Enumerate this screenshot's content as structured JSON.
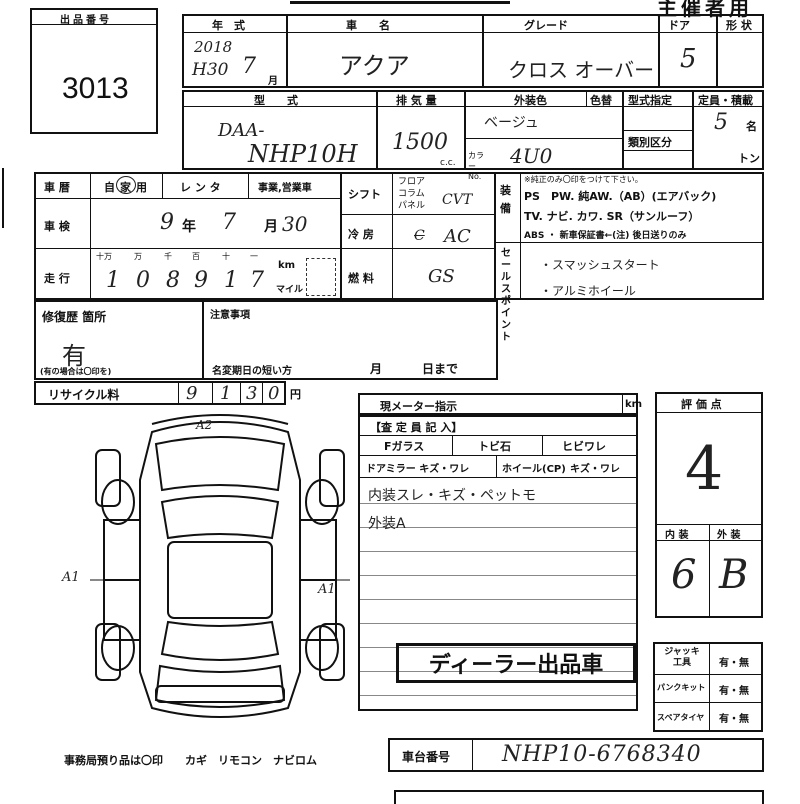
{
  "header": {
    "lot_label": "出品番号",
    "lot_number": "3013",
    "title_partial": "主催者用"
  },
  "row1": {
    "year_label": "年　式",
    "year_value_top": "2018",
    "year_value_era": "H30",
    "year_month": "7",
    "month_unit": "月",
    "name_label": "車　　名",
    "name_value": "アクア",
    "grade_label": "グレード",
    "grade_value": "クロス オーバー",
    "doors_label": "ドア",
    "doors_value": "5",
    "shape_label": "形 状"
  },
  "row2": {
    "model_label": "型　　式",
    "model_value_1": "DAA-",
    "model_value_2": "NHP10H",
    "displacement_label": "排 気 量",
    "displacement_value": "1500",
    "displacement_unit": "c.c.",
    "exterior_color_label": "外装色",
    "exterior_color_value": "ベージュ",
    "color_change_label": "色替",
    "color_no_label": "カラー No.",
    "color_no_value": "4U0",
    "type_designation_label": "型式指定",
    "class_label": "類別区分",
    "capacity_label": "定員・積載",
    "capacity_value": "5",
    "capacity_unit": "名",
    "ton_unit": "トン"
  },
  "row3": {
    "history_label": "車 暦",
    "history_options": [
      "自",
      "家",
      "用"
    ],
    "rental_label": "レ ン タ",
    "business_label": "事業,営業車",
    "shift_label": "シフト",
    "shift_options": [
      "フロア",
      "コラム",
      "パネル"
    ],
    "shift_value": "CVT",
    "equip_label": "装 備",
    "equip_note": "※純正のみ〇印をつけて下さい。",
    "equip_line1": "PS　PW. 純AW.（AB）(エアバック)",
    "equip_line2": "TV. ナビ. カワ. SR（サンルーフ）",
    "equip_line3": "ABS ・ 新車保証書←(注) 後日送りのみ",
    "inspection_label": "車 検",
    "inspection_year": "9",
    "inspection_year_unit": "年",
    "inspection_month": "7",
    "inspection_month_unit": "月",
    "inspection_day": "30",
    "ac_label": "冷 房",
    "ac_value": "AC",
    "ac_struck": "C",
    "mileage_label": "走 行",
    "mileage_units": [
      "十万",
      "万",
      "千",
      "百",
      "十",
      "一"
    ],
    "mileage_digits": [
      "1",
      "0",
      "8",
      "9",
      "1",
      "7"
    ],
    "km_label": "km",
    "mile_label": "マイル",
    "fuel_label": "燃 料",
    "fuel_value": "GS",
    "sales_point_label": "セールスポイント",
    "sales_point_1": "・スマッシュスタート",
    "sales_point_2": "・アルミホイール"
  },
  "row4": {
    "repair_label": "修復歴 箇所",
    "repair_value": "有",
    "repair_note": "(有の場合は〇印を)",
    "notes_label": "注意事項",
    "name_change_label": "名変期日の短い方",
    "name_change_month": "月",
    "name_change_day": "日まで",
    "recycle_label": "リサイクル料",
    "recycle_digits": [
      "9",
      "1",
      "3",
      "0"
    ],
    "recycle_unit": "円"
  },
  "inspection": {
    "meter_label": "現メーター指示",
    "meter_unit": "km",
    "report_label": "【査 定 員 記 入】",
    "windshield_label": "Fガラス",
    "chip_label": "トビ石",
    "crack_label": "ヒビワレ",
    "door_mirror_label": "ドアミラー キズ・ワレ",
    "wheel_label": "ホイール(CP)",
    "wheel_value": "キズ・ワレ",
    "note1": "内装スレ・キズ・ペットモ",
    "note2": "外装A",
    "stamp_text": "ディーラー出品車"
  },
  "diagram": {
    "top_mark": "A2",
    "left_mark": "A1",
    "right_mark": "A1"
  },
  "rating": {
    "label": "評 価 点",
    "score": "4",
    "interior_label": "内 装",
    "exterior_label": "外 装",
    "interior_value": "6",
    "exterior_value": "B"
  },
  "kit": {
    "jack_label": "ジャッキ 工具",
    "puncture_label": "パンクキット",
    "spare_label": "スペアタイヤ",
    "yes_no": "有・無"
  },
  "footer": {
    "office_note": "事務局預り品は〇印　　カギ　リモコン　ナビロム",
    "chassis_label": "車台番号",
    "chassis_value": "NHP10-6768340"
  }
}
